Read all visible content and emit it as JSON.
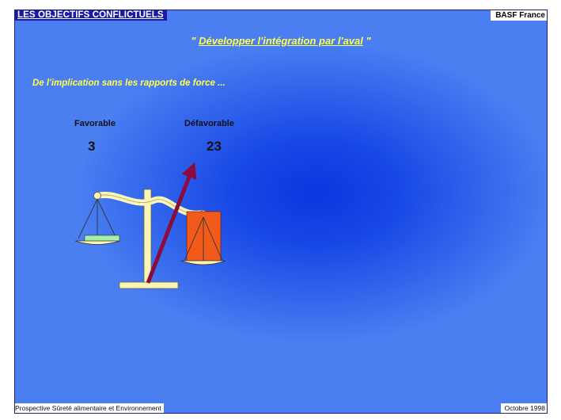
{
  "header": {
    "title": "LES OBJECTIFS CONFLICTUELS",
    "company": "BASF France"
  },
  "subtitle": {
    "open_quote": "\"",
    "text": "Développer l'intégration par l'aval",
    "close_quote": "\""
  },
  "intro": "De l'implication sans les rapports de force ...",
  "votes": {
    "favorable": {
      "label": "Favorable",
      "value": "3"
    },
    "defavorable": {
      "label": "Défavorable",
      "value": "23"
    }
  },
  "footer": {
    "left": "Prospective Sûreté alimentaire et Environnement",
    "right": "Octobre 1998"
  },
  "colors": {
    "background": "#4a7ef1",
    "highlight": "#0b36e0",
    "header_bg": "#1a1aa8",
    "title_text": "#ffff4c",
    "arrow": "#8c0b3d",
    "weight_favorable": "#a5f0a8",
    "weight_defavorable": "#f25a1b",
    "scale_frame": "#fbf6b6"
  }
}
